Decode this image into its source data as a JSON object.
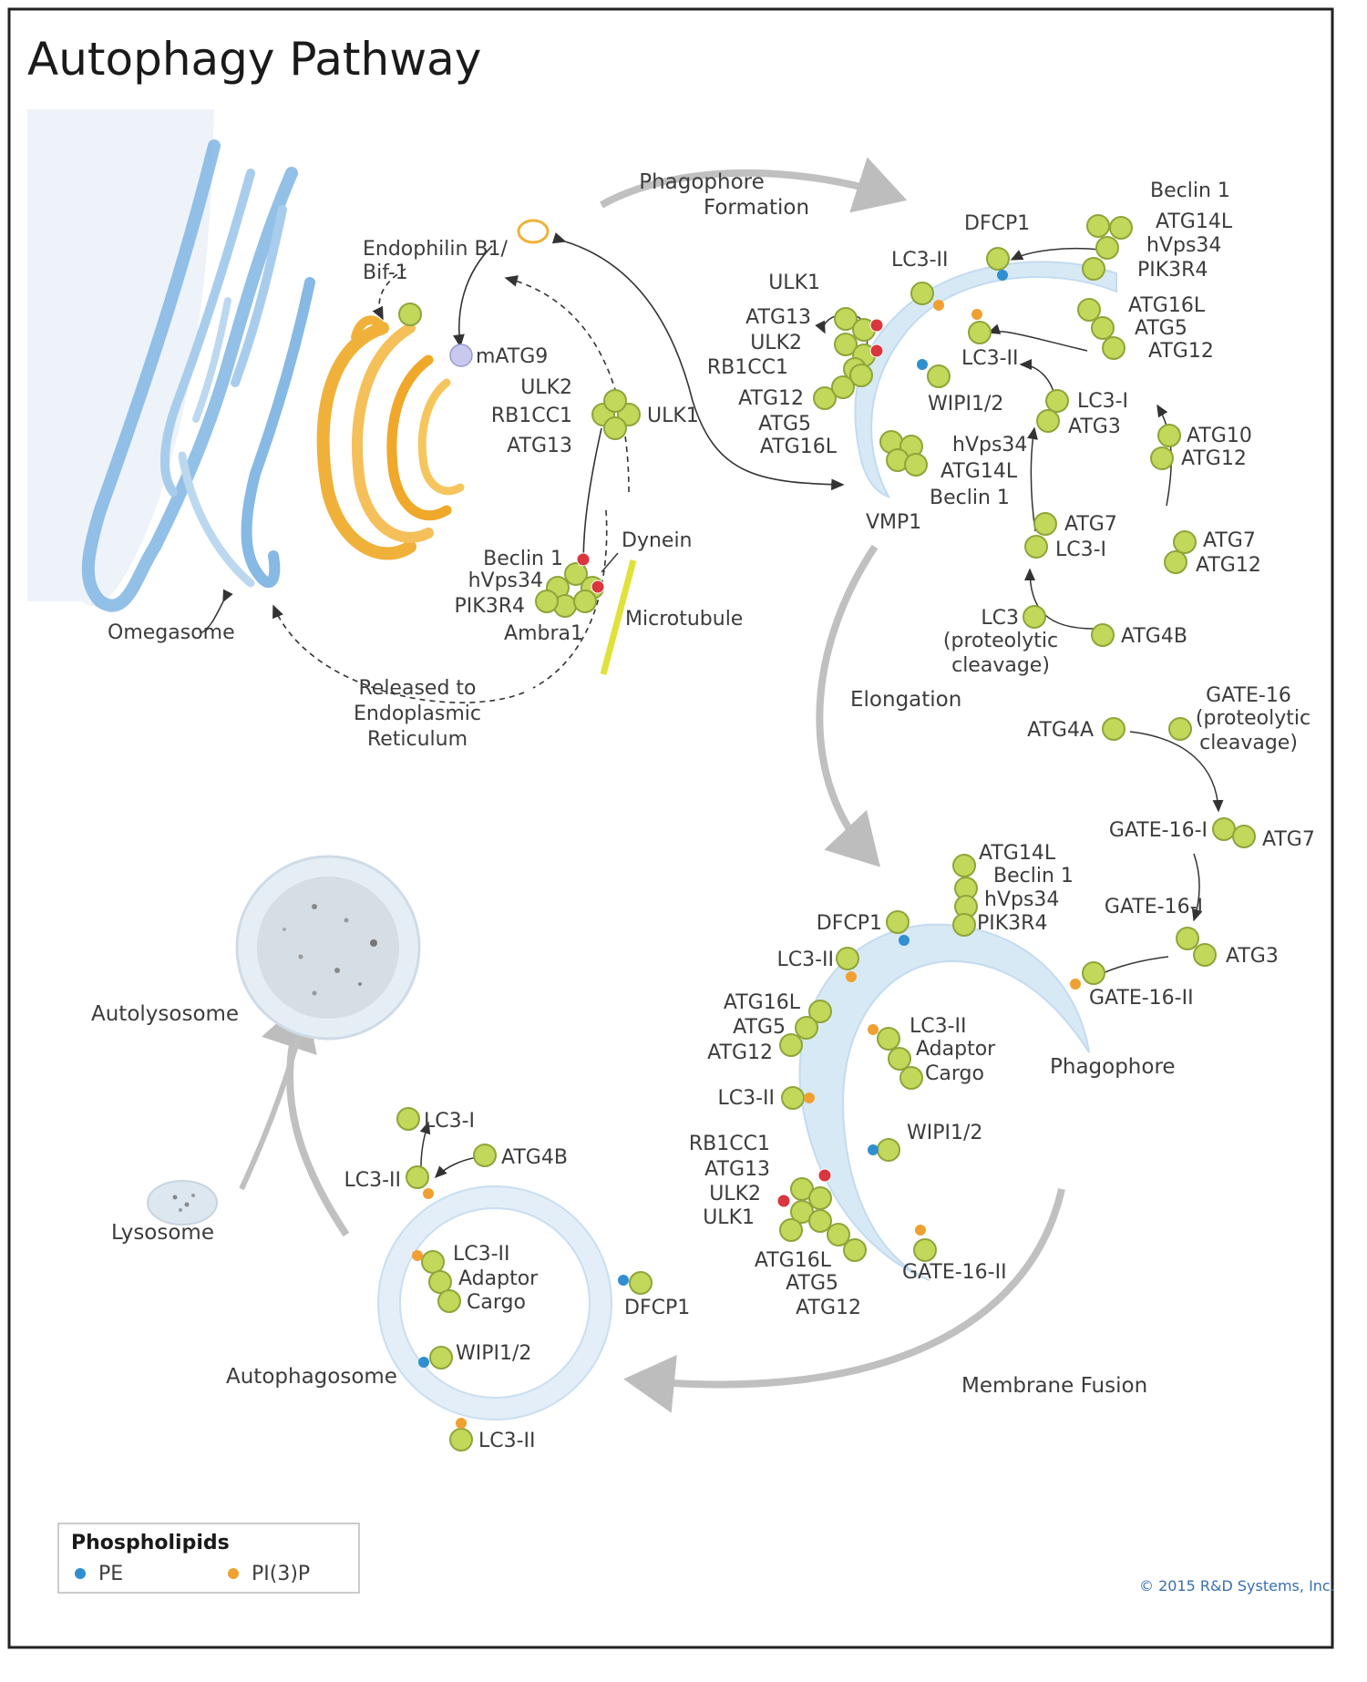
{
  "title": "Autophagy Pathway",
  "processes": {
    "phagophore_formation_1": "Phagophore",
    "phagophore_formation_2": "Formation",
    "elongation": "Elongation",
    "membrane_fusion": "Membrane Fusion",
    "released_1": "Released to",
    "released_2": "Endoplasmic",
    "released_3": "Reticulum"
  },
  "structures": {
    "omegasome": "Omegasome",
    "phagophore": "Phagophore",
    "autophagosome": "Autophagosome",
    "autolysosome": "Autolysosome",
    "lysosome": "Lysosome",
    "microtubule": "Microtubule",
    "dynein": "Dynein"
  },
  "proteins": {
    "endophilin_1": "Endophilin B1/",
    "endophilin_2": "Bif-1",
    "matg9": "mATG9",
    "ulk2": "ULK2",
    "rb1cc1": "RB1CC1",
    "atg13": "ATG13",
    "ulk1": "ULK1",
    "beclin1": "Beclin 1",
    "hvps34": "hVps34",
    "pik3r4": "PIK3R4",
    "ambra1": "Ambra1",
    "dfcp1": "DFCP1",
    "lc3_ii": "LC3-II",
    "lc3_i": "LC3-I",
    "atg14l": "ATG14L",
    "atg16l": "ATG16L",
    "atg5": "ATG5",
    "atg12": "ATG12",
    "atg10": "ATG10",
    "atg7": "ATG7",
    "atg3": "ATG3",
    "atg4b": "ATG4B",
    "atg4a": "ATG4A",
    "wipi": "WIPI1/2",
    "vmp1": "VMP1",
    "lc3_cleave_1": "LC3",
    "lc3_cleave_2": "(proteolytic",
    "lc3_cleave_3": "cleavage)",
    "gate16": "GATE-16",
    "gate16_cleave_2": "(proteolytic",
    "gate16_cleave_3": "cleavage)",
    "gate16_i": "GATE-16-I",
    "gate16_ii": "GATE-16-II",
    "adaptor": "Adaptor",
    "cargo": "Cargo"
  },
  "legend": {
    "title": "Phospholipids",
    "pe": "PE",
    "pi3p": "PI(3)P",
    "pe_color": "#2f8fd0",
    "pi3p_color": "#f0a030"
  },
  "copyright": "© 2015 R&D Systems, Inc.",
  "colors": {
    "protein": "#c2d85a",
    "protein_edge": "#8ea53a",
    "membrane": "#d8e9f6",
    "golgi": "#f2b33a",
    "er": "#7fb6e2",
    "phospho": "#d9363e",
    "arrow": "#b9b9b9"
  }
}
